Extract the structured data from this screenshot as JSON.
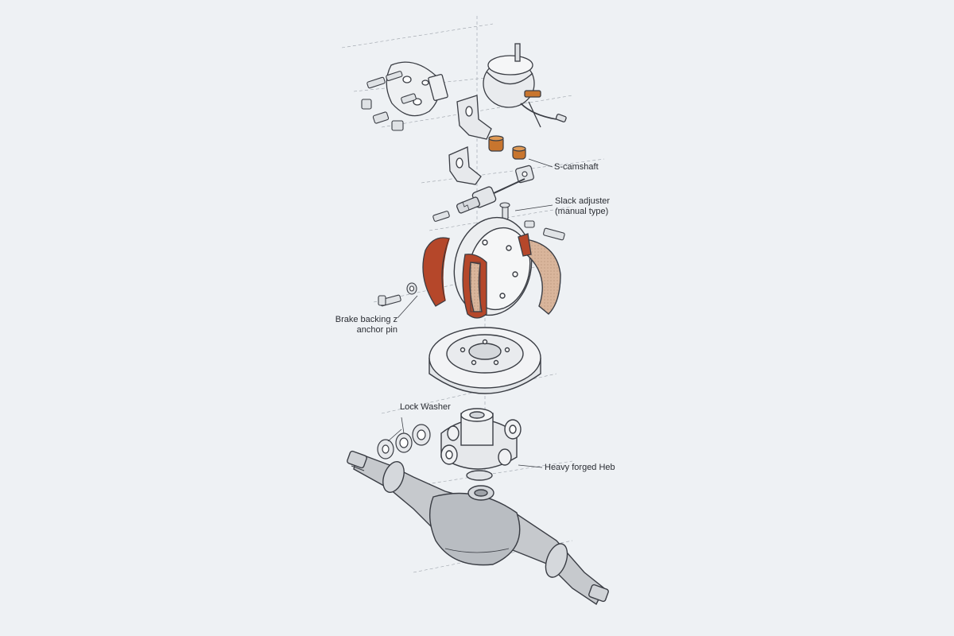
{
  "labels": {
    "s_camshaft": "S-camshaft",
    "slack_adjuster_line1": "Slack adjuster",
    "slack_adjuster_line2": "(manual type)",
    "brake_backing_line1": "Brake backing z",
    "brake_backing_line2": "anchor pin",
    "lock_washer": "Lock Washer",
    "heavy_forged_hub": "Heavy forged Heb"
  },
  "colors": {
    "background": "#eef1f4",
    "line": "#3a3d44",
    "metal": "#e4e7ea",
    "metal_dark": "#b9bdc2",
    "axle": "#c6c9cd",
    "brake_shoe": "#b5472a",
    "lining": "#d9b59b",
    "bushing": "#c8752e"
  }
}
